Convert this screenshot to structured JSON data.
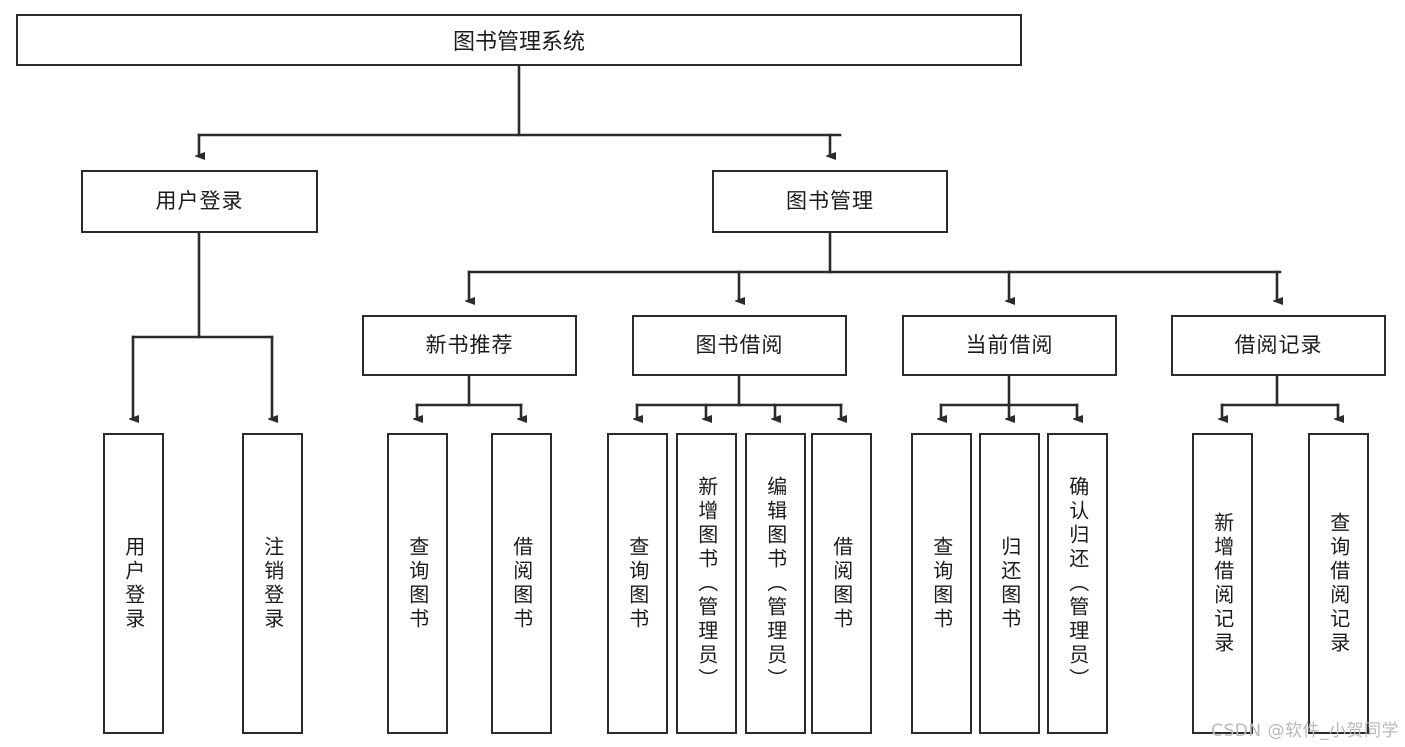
{
  "diagram": {
    "type": "tree-hierarchy",
    "title": "图书管理系统",
    "watermark": "CSDN @软件_小贺同学",
    "colors": {
      "box_border": "#2b2b2b",
      "box_fill": "#ffffff",
      "edge": "#2b2b2b",
      "text": "#1b1b1b",
      "watermark": "#b9b9b9"
    },
    "root": {
      "label": "图书管理系统"
    },
    "level2": [
      {
        "id": "user-login",
        "label": "用户登录"
      },
      {
        "id": "book-management",
        "label": "图书管理"
      }
    ],
    "level3": [
      {
        "id": "new-book-recommend",
        "label": "新书推荐",
        "parent": "book-management"
      },
      {
        "id": "book-borrow",
        "label": "图书借阅",
        "parent": "book-management"
      },
      {
        "id": "current-borrow",
        "label": "当前借阅",
        "parent": "book-management"
      },
      {
        "id": "borrow-record",
        "label": "借阅记录",
        "parent": "book-management"
      }
    ],
    "leaves": {
      "user_login": [
        {
          "id": "leaf-user-login",
          "label": "用户登录"
        },
        {
          "id": "leaf-logout",
          "label": "注销登录"
        }
      ],
      "new_book_recommend": [
        {
          "id": "leaf-query-book-1",
          "label": "查询图书"
        },
        {
          "id": "leaf-borrow-book-1",
          "label": "借阅图书"
        }
      ],
      "book_borrow": [
        {
          "id": "leaf-query-book-2",
          "label": "查询图书"
        },
        {
          "id": "leaf-add-book",
          "label": "新增图书（管理员）"
        },
        {
          "id": "leaf-edit-book",
          "label": "编辑图书（管理员）"
        },
        {
          "id": "leaf-borrow-book-2",
          "label": "借阅图书"
        }
      ],
      "current_borrow": [
        {
          "id": "leaf-query-book-3",
          "label": "查询图书"
        },
        {
          "id": "leaf-return-book",
          "label": "归还图书"
        },
        {
          "id": "leaf-confirm-return",
          "label": "确认归还（管理员）"
        }
      ],
      "borrow_record": [
        {
          "id": "leaf-add-record",
          "label": "新增借阅记录"
        },
        {
          "id": "leaf-query-record",
          "label": "查询借阅记录"
        }
      ]
    }
  }
}
